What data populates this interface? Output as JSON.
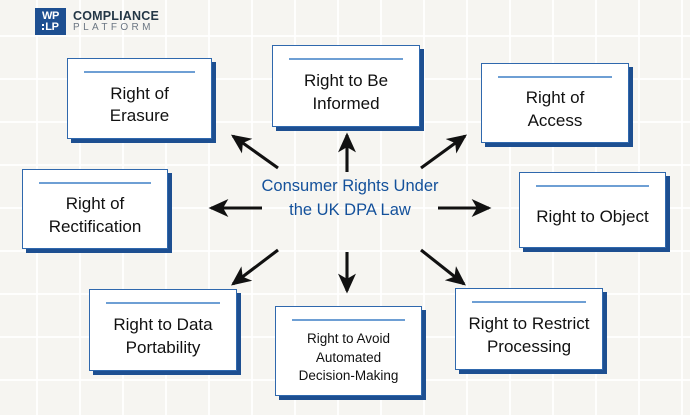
{
  "brand": {
    "mark_line1": "WP",
    "mark_line2": "LP",
    "word1": "COMPLIANCE",
    "word2": "PLATFORM",
    "mark_color": "#1d4f91",
    "word1_color": "#243746",
    "word2_color": "#6b7683"
  },
  "diagram": {
    "type": "hub-and-spoke",
    "center": {
      "label": "Consumer Rights Under the UK DPA Law",
      "color": "#14519b"
    },
    "node_border_color": "#2f68ad",
    "node_shadow_color": "#1d4f91",
    "node_rule_color": "#6e9fd4",
    "arrow_color": "#111111",
    "background_color": "#f6f5f1",
    "nodes": [
      {
        "id": "erasure",
        "label": "Right of\nErasure",
        "direction": "up-left"
      },
      {
        "id": "informed",
        "label": "Right to Be\nInformed",
        "direction": "up"
      },
      {
        "id": "access",
        "label": "Right of\nAccess",
        "direction": "up-right"
      },
      {
        "id": "rectification",
        "label": "Right of\nRectification",
        "direction": "left"
      },
      {
        "id": "object",
        "label": "Right to Object",
        "direction": "right"
      },
      {
        "id": "portability",
        "label": "Right to Data\nPortability",
        "direction": "down-left"
      },
      {
        "id": "automated",
        "label": "Right to Avoid\nAutomated\nDecision-Making",
        "direction": "down"
      },
      {
        "id": "restrict",
        "label": "Right to Restrict\nProcessing",
        "direction": "down-right"
      }
    ]
  }
}
